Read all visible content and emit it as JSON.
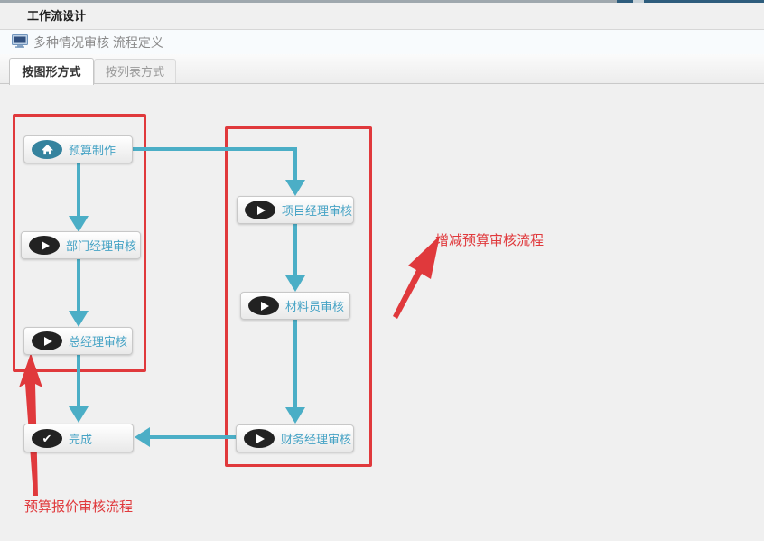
{
  "window": {
    "title": "工作流设计"
  },
  "breadcrumb": {
    "icon": "monitor-icon",
    "label": "多种情况审核 流程定义"
  },
  "tabs": [
    {
      "label": "按图形方式",
      "active": true
    },
    {
      "label": "按列表方式",
      "active": false
    }
  ],
  "colors": {
    "connector_teal": "#4BAEC6",
    "highlight_red": "#E0393C",
    "node_label": "#46A3C5",
    "start_node_ellipse": "#35839E",
    "step_node_ellipse": "#222222",
    "breadcrumb_underline": "#5B87B2"
  },
  "flowchart": {
    "nodes": [
      {
        "id": "budget-create",
        "label": "预算制作",
        "icon": "home-icon",
        "type": "start"
      },
      {
        "id": "dept-manager-review",
        "label": "部门经理审核",
        "icon": "play-icon",
        "type": "step"
      },
      {
        "id": "general-manager-review",
        "label": "总经理审核",
        "icon": "play-icon",
        "type": "step"
      },
      {
        "id": "complete",
        "label": "完成",
        "icon": "check-icon",
        "type": "end"
      },
      {
        "id": "project-manager-review",
        "label": "项目经理审核",
        "icon": "play-icon",
        "type": "step"
      },
      {
        "id": "material-clerk-review",
        "label": "材料员审核",
        "icon": "play-icon",
        "type": "step"
      },
      {
        "id": "finance-manager-review",
        "label": "财务经理审核",
        "icon": "play-icon",
        "type": "step"
      }
    ],
    "edges": [
      {
        "from": "budget-create",
        "to": "dept-manager-review"
      },
      {
        "from": "dept-manager-review",
        "to": "general-manager-review"
      },
      {
        "from": "general-manager-review",
        "to": "complete"
      },
      {
        "from": "budget-create",
        "to": "project-manager-review"
      },
      {
        "from": "project-manager-review",
        "to": "material-clerk-review"
      },
      {
        "from": "material-clerk-review",
        "to": "finance-manager-review"
      },
      {
        "from": "finance-manager-review",
        "to": "complete"
      }
    ],
    "annotations": [
      {
        "label": "增减预算审核流程"
      },
      {
        "label": "预算报价审核流程"
      }
    ]
  }
}
